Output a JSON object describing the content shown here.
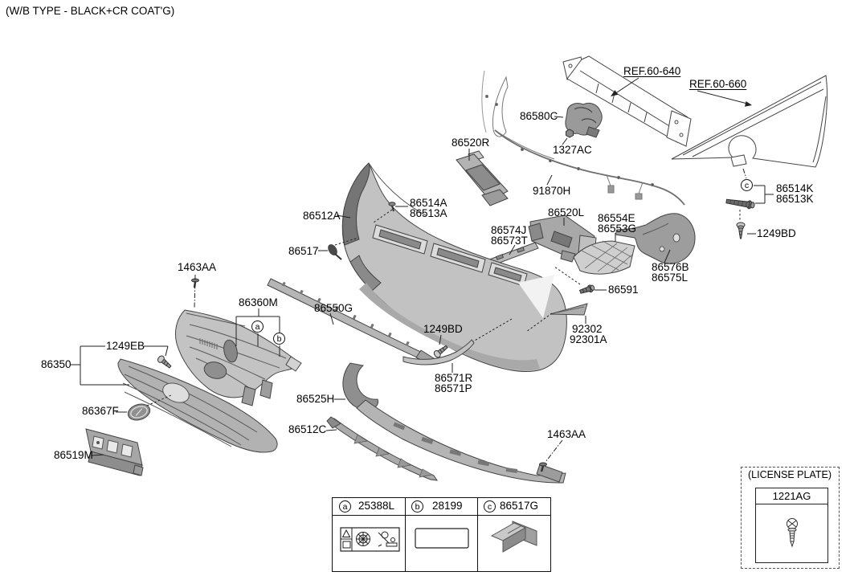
{
  "title": "(W/B TYPE - BLACK+CR COAT'G)",
  "refs": {
    "r640": "REF.60-640",
    "r660": "REF.60-660"
  },
  "parts": {
    "p86580C": "86580C",
    "p1327AC": "1327AC",
    "p86520R": "86520R",
    "p91870H": "91870H",
    "p86514A": "86514A",
    "p86513A": "86513A",
    "p86512A": "86512A",
    "p86517": "86517",
    "p86520L": "86520L",
    "p86554E": "86554E",
    "p86553G": "86553G",
    "p86574J": "86574J",
    "p86573T": "86573T",
    "p86514K": "86514K",
    "p86513K": "86513K",
    "p1249BD": "1249BD",
    "p86576B": "86576B",
    "p86575L": "86575L",
    "p86591": "86591",
    "p1463AA": "1463AA",
    "p86360M": "86360M",
    "p86550G": "86550G",
    "p92302": "92302",
    "p92301A": "92301A",
    "p1249EB": "1249EB",
    "p86350": "86350",
    "p86571R": "86571R",
    "p86571P": "86571P",
    "p86367F": "86367F",
    "p86525H": "86525H",
    "p86512C": "86512C",
    "p86519M": "86519M"
  },
  "markers": {
    "a": "a",
    "b": "b",
    "c": "c"
  },
  "legend": {
    "cells": [
      {
        "marker": "a",
        "part": "25388L"
      },
      {
        "marker": "b",
        "part": "28199"
      },
      {
        "marker": "c",
        "part": "86517G"
      }
    ]
  },
  "license_plate": {
    "title": "(LICENSE PLATE)",
    "part": "1221AG"
  }
}
